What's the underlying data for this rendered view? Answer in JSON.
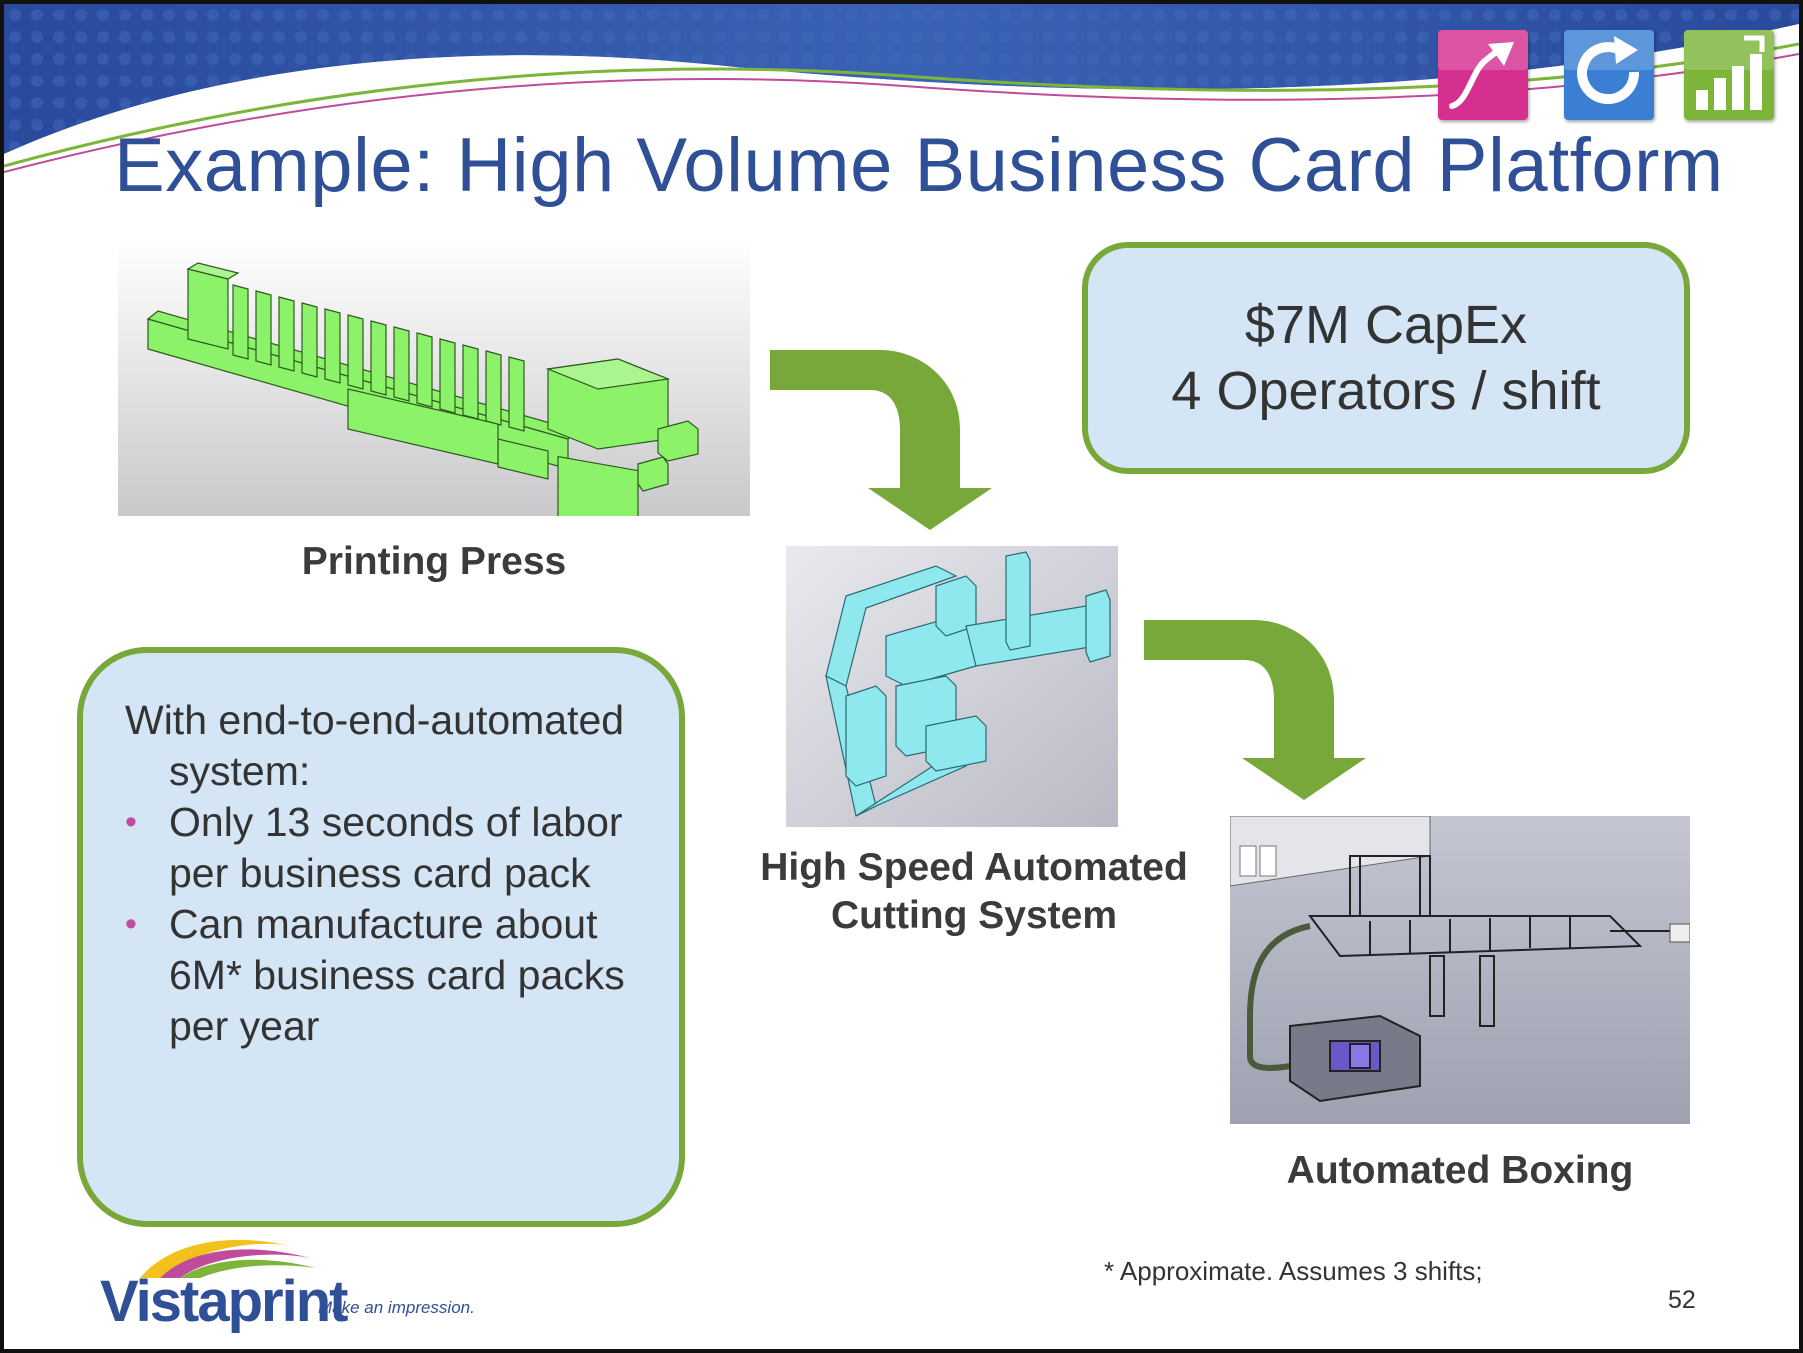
{
  "slide": {
    "title": "Example: High Volume Business Card Platform",
    "page_number": "52",
    "footnote": "* Approximate.  Assumes 3 shifts;"
  },
  "nav_icons": [
    {
      "name": "trend-arrow-icon",
      "color": "#d52f8f"
    },
    {
      "name": "refresh-icon",
      "color": "#3a7fd4"
    },
    {
      "name": "bar-chart-growth-icon",
      "color": "#7cb539"
    }
  ],
  "stages": {
    "printing_press": {
      "caption": "Printing Press",
      "model_color": "#8cf26a"
    },
    "cutting_system": {
      "caption_line1": "High Speed Automated",
      "caption_line2": "Cutting System",
      "model_color": "#8fe8ee"
    },
    "boxing": {
      "caption": "Automated Boxing"
    }
  },
  "callouts": {
    "capex": {
      "line1": "$7M CapEx",
      "line2": "4 Operators / shift"
    },
    "automation": {
      "intro": "With end-to-end-automated system:",
      "bullets": [
        "Only 13 seconds of labor per business card pack",
        "Can manufacture about 6M* business card packs per year"
      ]
    }
  },
  "logo": {
    "wordmark": "Vistaprint",
    "tagline": "Make an impression."
  },
  "colors": {
    "title": "#2f4f96",
    "arrow": "#78a83a",
    "callout_fill": "#d4e6f6",
    "callout_border": "#78a83a",
    "bullet": "#c04a9b"
  }
}
